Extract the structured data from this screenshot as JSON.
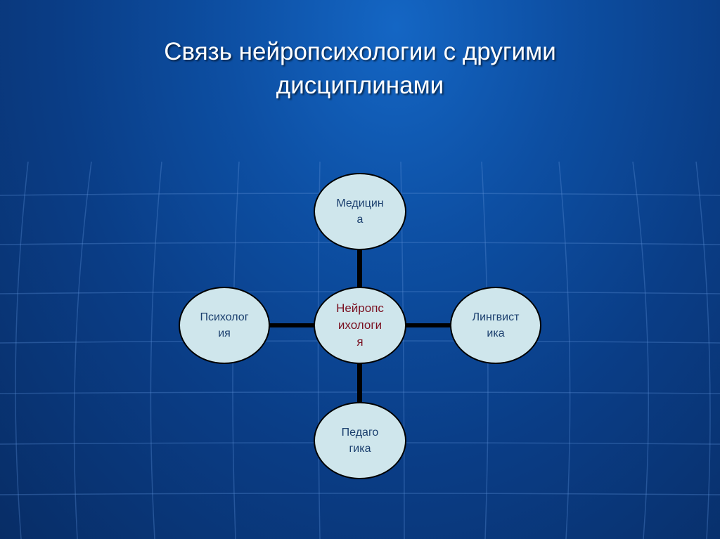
{
  "title": {
    "line1": "Связь нейропсихологии с другими",
    "line2": "дисциплинами"
  },
  "diagram": {
    "center": {
      "lines": [
        "Нейропс",
        "ихологи",
        "я"
      ]
    },
    "top": {
      "lines": [
        "Медицин",
        "а"
      ]
    },
    "left": {
      "lines": [
        "Психолог",
        "ия"
      ]
    },
    "right": {
      "lines": [
        "Лингвист",
        "ика"
      ]
    },
    "bottom": {
      "lines": [
        "Педаго",
        "гика"
      ]
    }
  },
  "colors": {
    "background": "#0a3d86",
    "node_fill": "#cfe6ec",
    "center_text": "#7a1020",
    "node_text": "#1b3f6e",
    "connector": "#000000"
  }
}
